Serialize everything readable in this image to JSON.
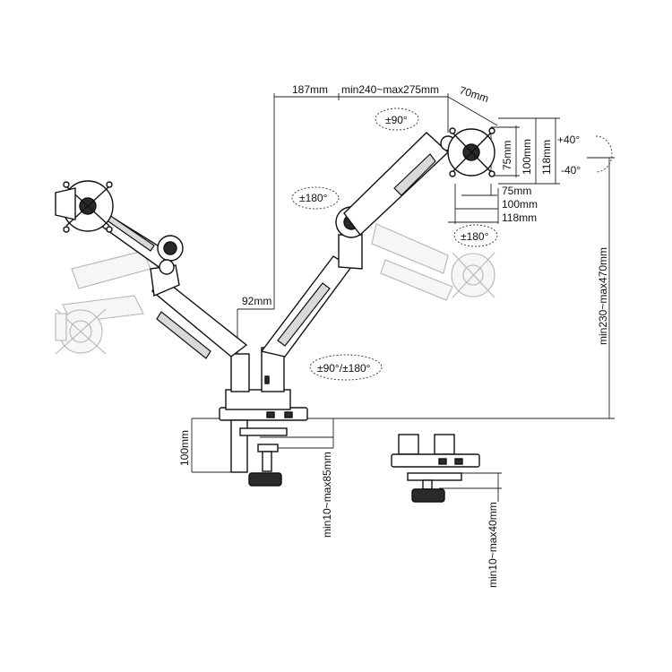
{
  "labels": {
    "top_left_width": "187mm",
    "top_reach": "min240~max275mm",
    "top_offset": "70mm",
    "rotate_90": "±90°",
    "vesa_75_v": "75mm",
    "vesa_100_v": "100mm",
    "vesa_118_v": "118mm",
    "tilt_up": "+40°",
    "tilt_down": "-40°",
    "swivel_180_arm": "±180°",
    "vesa_75_h": "75mm",
    "vesa_100_h": "100mm",
    "vesa_118_h": "118mm",
    "swivel_180_head": "±180°",
    "height_range": "min230~max470mm",
    "pole_offset": "92mm",
    "base_rotation": "±90°/±180°",
    "clamp_depth": "100mm",
    "clamp_range": "min10~max85mm",
    "grommet_range": "min10~max40mm"
  }
}
